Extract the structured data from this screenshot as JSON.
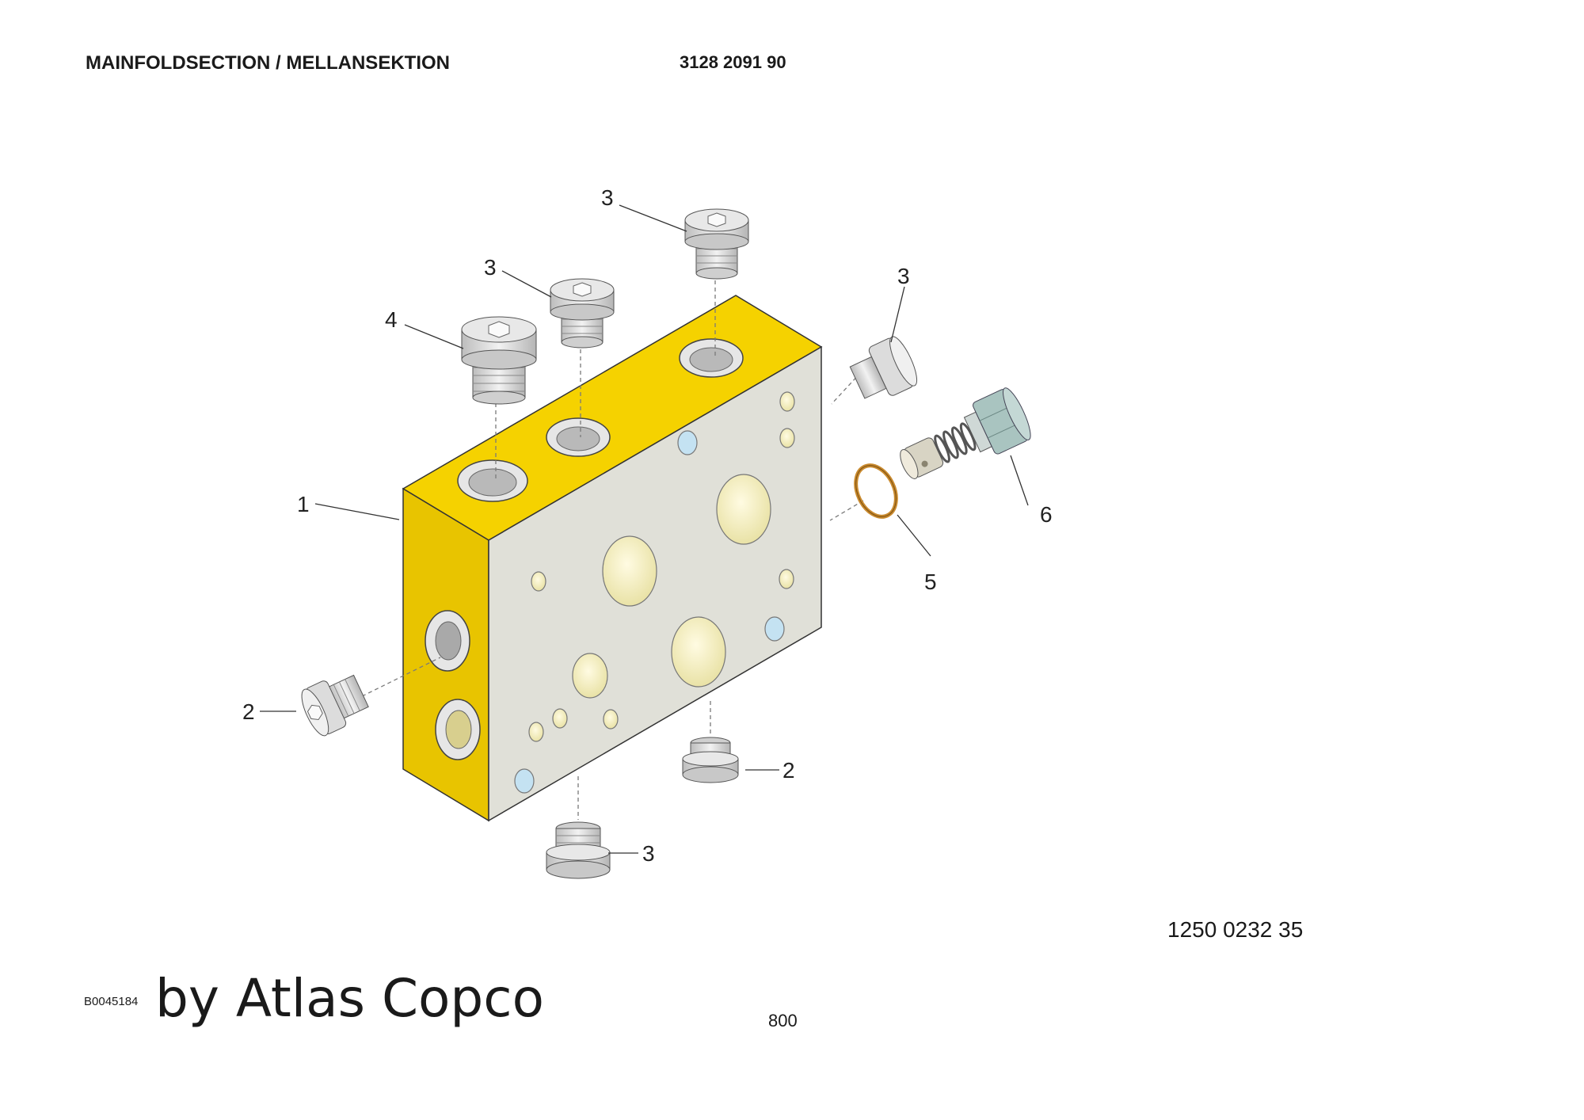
{
  "header": {
    "title": "MAINFOLDSECTION / MELLANSEKTION",
    "doc_number": "3128 2091 90"
  },
  "callouts": {
    "body": "1",
    "plug_side": "2",
    "plug_bottom_right": "2",
    "plug_top_left": "3",
    "plug_top_right": "3",
    "plug_right": "3",
    "plug_bottom": "3",
    "plug_large": "4",
    "o_ring": "5",
    "valve_cartridge": "6"
  },
  "footer": {
    "part_reference": "1250 0232 35",
    "figure_code": "B0045184",
    "byline": "by Atlas Copco",
    "page_number": "800"
  },
  "colors": {
    "block_top": "#f5d200",
    "block_side": "#e8c400",
    "block_front": "#e0e0d8",
    "port_blue": "#c4e2f2",
    "port_cream": "#f4f0c4",
    "plug_gray": "#d9d9d9",
    "valve_teal": "#a9c4c0",
    "o_ring": "#c98a2e"
  }
}
